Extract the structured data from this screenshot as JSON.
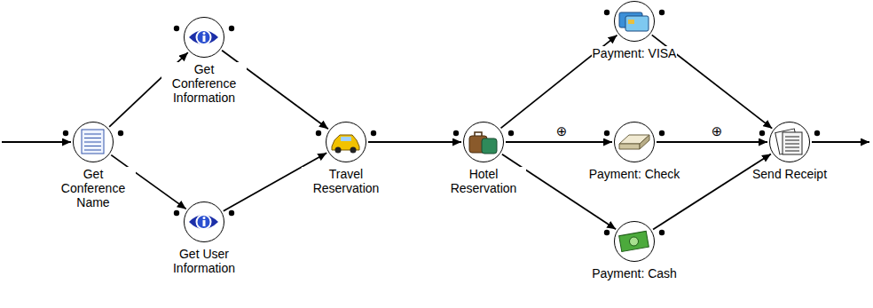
{
  "diagram": {
    "nodes": [
      {
        "text": [
          "Get Conference Name"
        ]
      },
      {
        "text": [
          "Get Conference Information"
        ]
      },
      {
        "text": [
          "Get User Information"
        ]
      },
      {
        "text": [
          "Travel Reservation"
        ]
      },
      {
        "text": [
          "Hotel Reservation"
        ]
      },
      {
        "text": [
          "Payment: VISA"
        ]
      },
      {
        "text": [
          "Payment: Check"
        ]
      },
      {
        "text": [
          "Payment: Cash"
        ]
      },
      {
        "text": [
          "Send Receipt"
        ]
      }
    ],
    "edges": [
      {
        "from": 0,
        "to": 1,
        "arrow": "to"
      },
      {
        "from": 0,
        "to": 2,
        "arrow": "to"
      },
      {
        "from": 1,
        "to": 3,
        "arrow": "to"
      },
      {
        "from": 2,
        "to": 3,
        "arrow": "to"
      },
      {
        "from": 3,
        "to": 4,
        "arrow": "to"
      },
      {
        "from": 4,
        "to": 5,
        "arrow": "to"
      },
      {
        "from": 4,
        "to": 6,
        "arrow": "to"
      },
      {
        "from": 4,
        "to": 7,
        "arrow": "to"
      },
      {
        "from": 5,
        "to": 8,
        "arrow": "to"
      },
      {
        "from": 6,
        "to": 8,
        "arrow": "to"
      },
      {
        "from": 7,
        "to": 8,
        "arrow": "to"
      }
    ],
    "labels": [
      "⊕",
      "⊕"
    ]
  }
}
